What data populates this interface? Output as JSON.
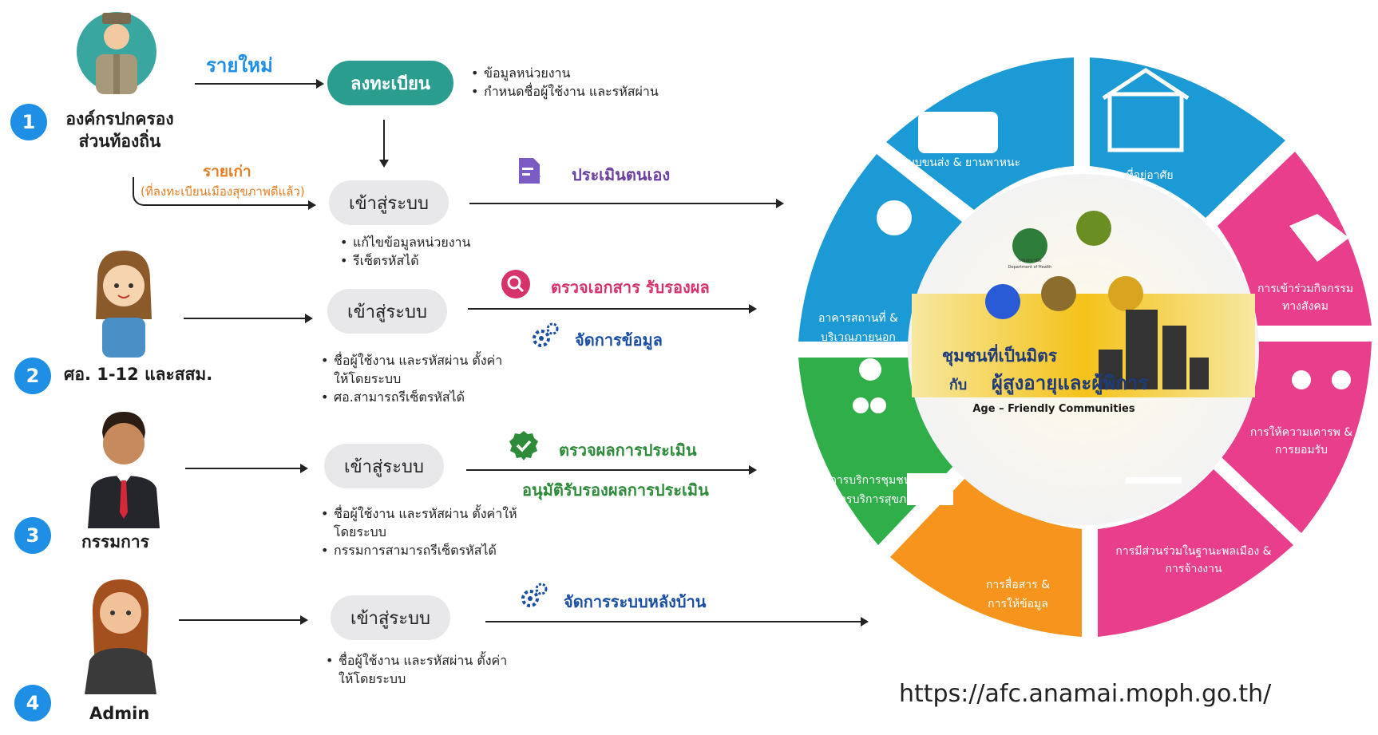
{
  "actors": [
    {
      "number": "1",
      "name_line1": "องค์กรปกครอง",
      "name_line2": "ส่วนท้องถิ่น"
    },
    {
      "number": "2",
      "name": "ศอ. 1-12 และสสม."
    },
    {
      "number": "3",
      "name": "กรรมการ"
    },
    {
      "number": "4",
      "name": "Admin"
    }
  ],
  "flow": {
    "new_label": "รายใหม่",
    "old_label": "รายเก่า",
    "old_note": "(ที่ลงทะเบียนเมืองสุขภาพดีแล้ว)",
    "register_label": "ลงทะเบียน",
    "register_bullets": [
      "ข้อมูลหน่วยงาน",
      "กำหนดชื่อผู้ใช้งาน และรหัสผ่าน"
    ],
    "login_label": "เข้าสู่ระบบ",
    "login1_bullets": [
      "แก้ไขข้อมูลหน่วยงาน",
      "รีเซ็ตรหัสได้"
    ],
    "login2_bullets": [
      "ชื่อผู้ใช้งาน และรหัสผ่าน ตั้งค่าให้โดยระบบ",
      "ศอ.สามารถรีเซ็ตรหัสได้"
    ],
    "login3_bullets": [
      "ชื่อผู้ใช้งาน และรหัสผ่าน ตั้งค่าให้โดยระบบ",
      "กรรมการสามารถรีเซ็ตรหัสได้"
    ],
    "login4_bullets": [
      "ชื่อผู้ใช้งาน และรหัสผ่าน ตั้งค่าให้โดยระบบ"
    ]
  },
  "actions": {
    "self_assess": "ประเมินตนเอง",
    "review_docs": "ตรวจเอกสาร รับรองผล",
    "manage_data": "จัดการข้อมูล",
    "check_results": "ตรวจผลการประเมิน",
    "approve": "อนุมัติรับรองผลการประเมิน",
    "backend": "จัดการระบบหลังบ้าน"
  },
  "wheel": {
    "center_title": "ชุมชนที่เป็นมิตร",
    "center_sub_prefix": "กับ",
    "center_sub": "ผู้สูงอายุและผู้พิการ",
    "center_en": "Age – Friendly Communities",
    "logo_small_text": "กรมอนามัย",
    "logo_small_en": "Department of Health",
    "segments": {
      "transport": "ระบบขนส่ง & ยานพาหนะ",
      "housing": "ที่อยู่อาศัย",
      "social_line1": "การเข้าร่วมกิจกรรม",
      "social_line2": "ทางสังคม",
      "respect_line1": "การให้ความเคารพ &",
      "respect_line2": "การยอมรับ",
      "civic_line1": "การมีส่วนร่วมในฐานะพลเมือง &",
      "civic_line2": "การจ้างงาน",
      "comm_line1": "การสื่อสาร &",
      "comm_line2": "การให้ข้อมูล",
      "health_line1": "การบริการชุมชน &",
      "health_line2": "การบริการสุขภาพ",
      "outdoor_line1": "อาคารสถานที่ &",
      "outdoor_line2": "บริเวณภายนอก"
    }
  },
  "url": "https://afc.anamai.moph.go.th/",
  "colors": {
    "badge": "#1f8fe6",
    "register": "#2a9d8f",
    "self_assess": "#6b3fa0",
    "review": "#d6336c",
    "manage": "#1a4fa3",
    "check": "#2e8b3a",
    "blue_seg": "#1c9ad6",
    "pink_seg": "#e83e8c",
    "green_seg": "#2fae4a",
    "orange_seg": "#f7941d",
    "new_label": "#1f8fe6",
    "old_label": "#e67e22"
  }
}
